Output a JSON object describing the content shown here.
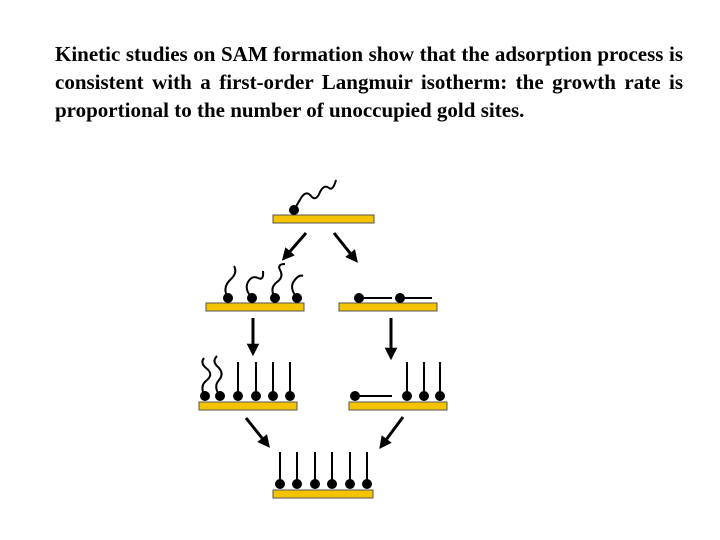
{
  "slide": {
    "paragraph": "Kinetic studies on SAM formation show that the adsorption process is consistent with a first-order Langmuir isotherm: the growth rate is proportional to the number of unoccupied gold sites."
  },
  "colors": {
    "gold_surface": "#f5c400",
    "surface_outline": "#555555",
    "molecule": "#000000",
    "background": "#ffffff"
  },
  "diagram": {
    "stages": [
      {
        "id": "single-adsorbed-molecule"
      },
      {
        "id": "standing-disordered-molecules"
      },
      {
        "id": "lying-down-molecules"
      },
      {
        "id": "partially-ordered-monolayer"
      },
      {
        "id": "mixed-lying-and-standing-monolayer"
      },
      {
        "id": "fully-ordered-monolayer"
      }
    ]
  }
}
